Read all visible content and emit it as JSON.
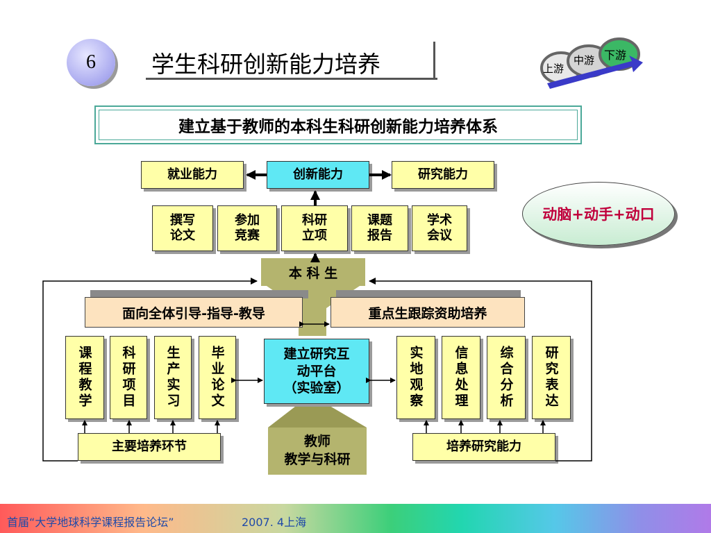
{
  "slide": {
    "number": "6",
    "title": "学生科研创新能力培养",
    "logo": {
      "left": "上游",
      "middle": "中游",
      "right": "下游"
    }
  },
  "subtitle": "建立基于教师的本科生科研创新能力培养体系",
  "ability": {
    "employ": "就业能力",
    "innovate": "创新能力",
    "research": "研究能力"
  },
  "activities": [
    "撰写\n论文",
    "参加\n竞赛",
    "科研\n立项",
    "课题\n报告",
    "学术\n会议"
  ],
  "student": "本 科 生",
  "oval": "动脑+动手+动口",
  "left_header": "面向全体引导-指导-教导",
  "right_header": "重点生跟踪资助培养",
  "left_items": [
    "课程教学",
    "科研项目",
    "生产实习",
    "毕业论文"
  ],
  "platform": "建立研究互\n动平台\n（实验室）",
  "right_items": [
    "实地观察",
    "信息处理",
    "综合分析",
    "研究表达"
  ],
  "left_footer": "主要培养环节",
  "teacher": "教师\n教学与科研",
  "right_footer": "培养研究能力",
  "footer": {
    "text": "首届“大学地球科学课程报告论坛”",
    "date": "2007. 4上海"
  }
}
